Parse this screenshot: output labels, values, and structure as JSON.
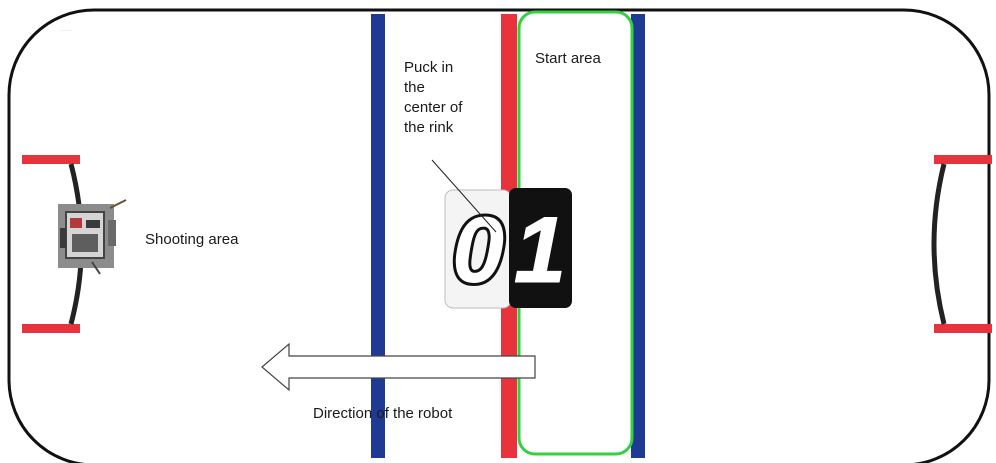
{
  "diagram": {
    "corner_note": "...........",
    "labels": {
      "puck": [
        "Puck in",
        "the",
        "center of",
        "the rink"
      ],
      "start_area": "Start area",
      "shooting_area": "Shooting area",
      "direction": "Direction of the robot"
    },
    "puck_digits": [
      "0",
      "1"
    ],
    "colors": {
      "rink_border": "#111111",
      "blue_line": "#1f3a93",
      "red_line": "#e8323c",
      "start_zone": "#33d13f",
      "goal_post": "#e8323c",
      "goal_crease": "#222222",
      "puck_light": "#f4f4f4",
      "puck_dark": "#111111"
    },
    "icons": [
      "robot-icon",
      "left-arrow-icon"
    ]
  }
}
